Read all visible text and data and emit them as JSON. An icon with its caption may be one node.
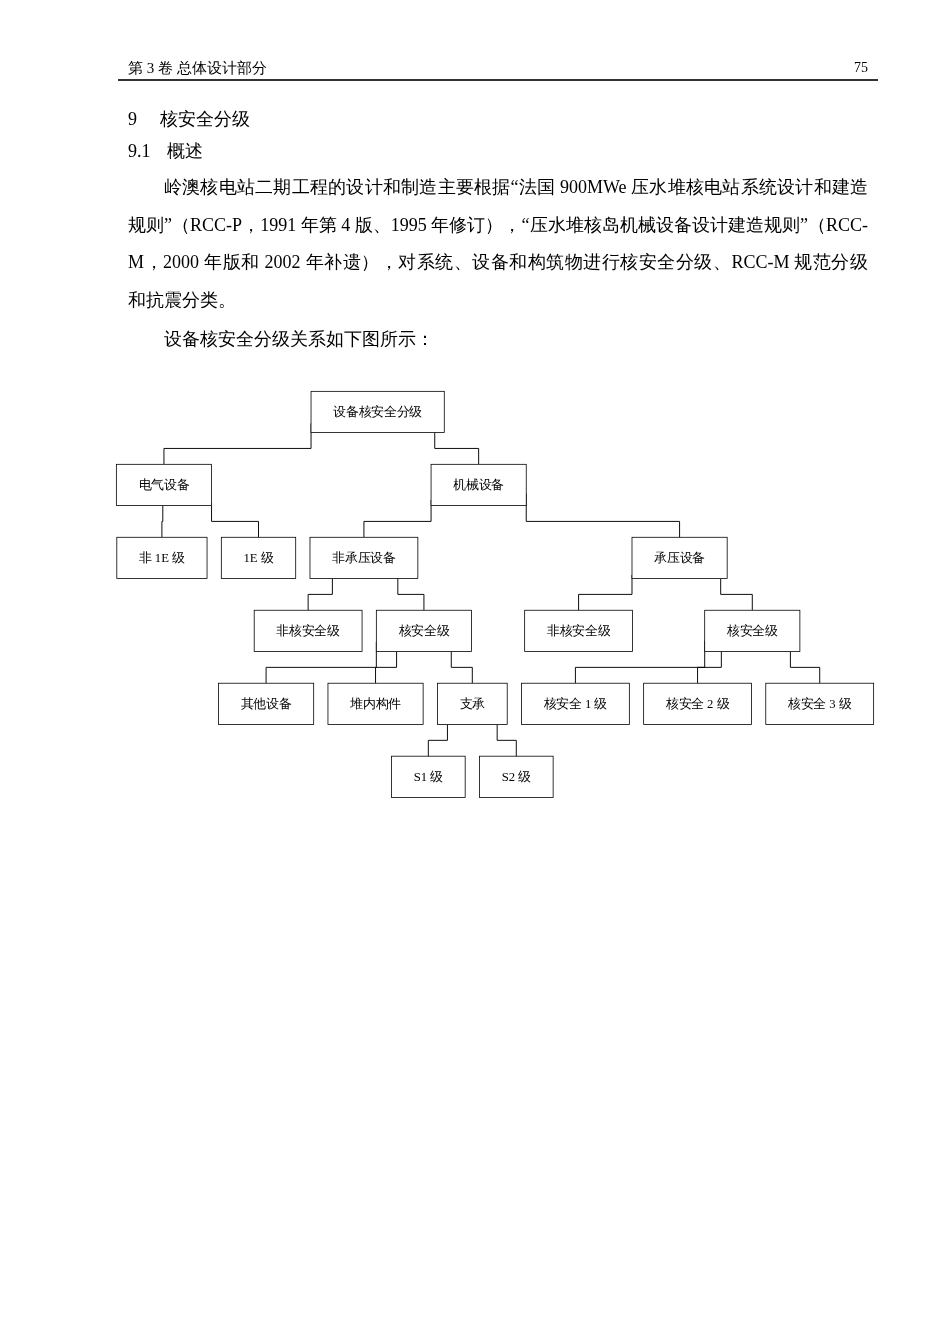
{
  "diagram": {
    "nodes": [
      {
        "text": [
          "设备核安全分级"
        ]
      },
      {
        "text": [
          "电气设备"
        ]
      },
      {
        "text": [
          "机械设备"
        ]
      },
      {
        "text": [
          "非 1E 级"
        ]
      },
      {
        "text": [
          "1E 级"
        ]
      },
      {
        "text": [
          "非承压设备"
        ]
      },
      {
        "text": [
          "承压设备"
        ]
      },
      {
        "text": [
          "非核安全级"
        ]
      },
      {
        "text": [
          "核安全级"
        ]
      },
      {
        "text": [
          "非核安全级"
        ]
      },
      {
        "text": [
          "核安全级"
        ]
      },
      {
        "text": [
          "其他设备"
        ]
      },
      {
        "text": [
          "堆内构件"
        ]
      },
      {
        "text": [
          "支承"
        ]
      },
      {
        "text": [
          "核安全 1 级"
        ]
      },
      {
        "text": [
          "核安全 2 级"
        ]
      },
      {
        "text": [
          "核安全 3 级"
        ]
      },
      {
        "text": [
          "S1 级"
        ]
      },
      {
        "text": [
          "S2 级"
        ]
      }
    ],
    "edges": [
      {
        "from": 0,
        "to": 1,
        "arrow": "none"
      },
      {
        "from": 0,
        "to": 2,
        "arrow": "none"
      },
      {
        "from": 1,
        "to": 3,
        "arrow": "none"
      },
      {
        "from": 1,
        "to": 4,
        "arrow": "none"
      },
      {
        "from": 2,
        "to": 5,
        "arrow": "none"
      },
      {
        "from": 2,
        "to": 6,
        "arrow": "none"
      },
      {
        "from": 5,
        "to": 7,
        "arrow": "none"
      },
      {
        "from": 5,
        "to": 8,
        "arrow": "none"
      },
      {
        "from": 6,
        "to": 9,
        "arrow": "none"
      },
      {
        "from": 6,
        "to": 10,
        "arrow": "none"
      },
      {
        "from": 8,
        "to": 11,
        "arrow": "none"
      },
      {
        "from": 8,
        "to": 12,
        "arrow": "none"
      },
      {
        "from": 8,
        "to": 13,
        "arrow": "none"
      },
      {
        "from": 10,
        "to": 14,
        "arrow": "none"
      },
      {
        "from": 10,
        "to": 15,
        "arrow": "none"
      },
      {
        "from": 10,
        "to": 16,
        "arrow": "none"
      },
      {
        "from": 13,
        "to": 17,
        "arrow": "none"
      },
      {
        "from": 13,
        "to": 18,
        "arrow": "none"
      }
    ],
    "labels": [
      "第 3 卷 总体设计部分",
      "75",
      "9 核安全分级",
      "9.1 概述",
      "岭澳核电站二期工程的设计和制造主要根据“法国 900MWe 压水堆核电站系统设计和建造规则”（RCC-P，1991 年第 4 版、1995 年修订），“压水堆核岛机械设备设计建造规则”（RCC-M，2000 年版和 2002 年补遗），对系统、设备和构筑物进行核安全分级、RCC-M 规范分级和抗震分类。",
      "设备核安全分级关系如下图所示："
    ]
  }
}
